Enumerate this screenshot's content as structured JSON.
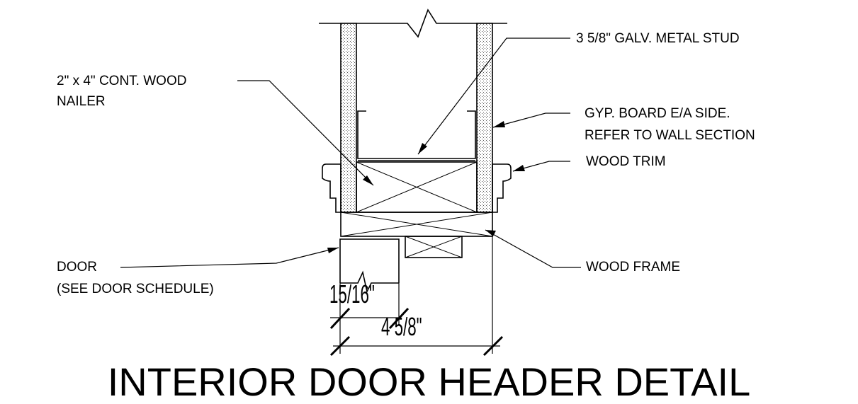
{
  "labels": {
    "stud": "3 5/8\" GALV. METAL STUD",
    "nailer_line1": "2\" x 4\" CONT. WOOD",
    "nailer_line2": "NAILER",
    "gyp_line1": "GYP. BOARD E/A SIDE.",
    "gyp_line2": "REFER TO WALL SECTION",
    "trim": "WOOD TRIM",
    "door_line1": "DOOR",
    "door_line2": "(SEE DOOR SCHEDULE)",
    "frame": "WOOD FRAME"
  },
  "dimensions": {
    "door_thickness": "15/16\"",
    "frame_width": "4 5/8\""
  },
  "title": "INTERIOR DOOR HEADER DETAIL",
  "colors": {
    "ink": "#000000",
    "paper": "#ffffff"
  }
}
